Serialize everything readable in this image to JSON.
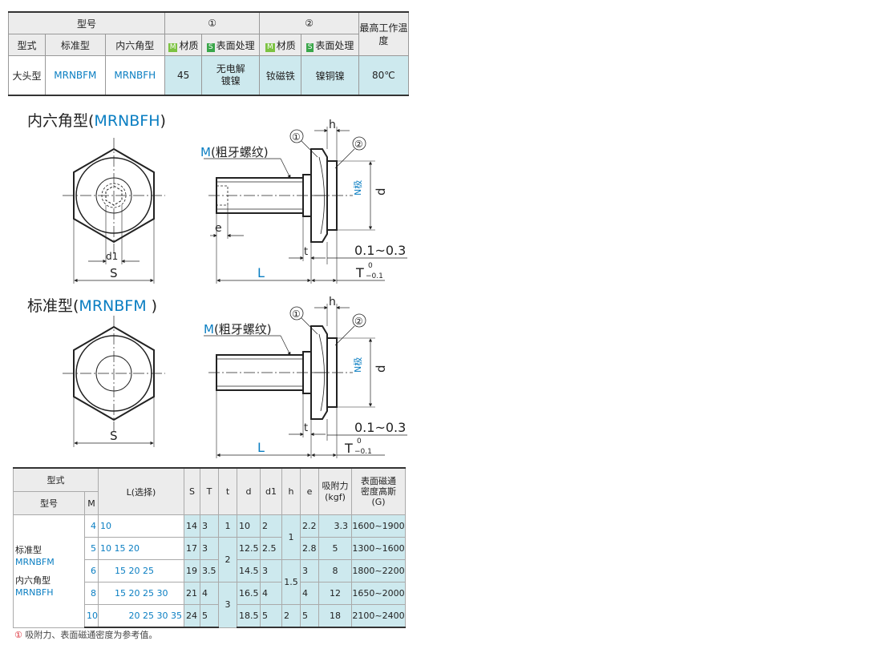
{
  "spec_table": {
    "h_model": "型号",
    "h_part1": "①",
    "h_part2": "②",
    "h_maxtemp": "最高工作温度",
    "h_type": "型式",
    "h_standard": "标准型",
    "h_hex": "内六角型",
    "h_material1_tag": "M",
    "h_material1": "材质",
    "h_surface1_tag": "S",
    "h_surface1": "表面处理",
    "h_material2_tag": "M",
    "h_material2": "材质",
    "h_surface2_tag": "S",
    "h_surface2": "表面处理",
    "row_type": "大头型",
    "row_standard": "MRNBFM",
    "row_hex": "MRNBFH",
    "row_material1": "45",
    "row_surface1": "无电解镀镍",
    "row_material2": "钕磁铁",
    "row_surface2": "镍铜镍",
    "row_temp": "80℃"
  },
  "section_hex": {
    "prefix": "内六角型(",
    "code": "MRNBFH",
    "suffix": ")"
  },
  "section_std": {
    "prefix": "标准型(",
    "code": "MRNBFM",
    "suffix": " )"
  },
  "drawing": {
    "thread_prefix": "M",
    "thread_text": "(粗牙螺纹)",
    "callout1": "①",
    "callout2": "②",
    "label_h": "h",
    "label_n": "N极",
    "label_d": "d",
    "label_e": "e",
    "label_t": "t",
    "label_L": "L",
    "label_gap": "0.1~0.3",
    "label_T": "T",
    "tol_upper": "0",
    "tol_lower": "−0.1",
    "label_d1": "d1",
    "label_S": "S"
  },
  "data_table": {
    "h_type": "型式",
    "h_L": "L(选择)",
    "h_S": "S",
    "h_T": "T",
    "h_t": "t",
    "h_d": "d",
    "h_d1": "d1",
    "h_h": "h",
    "h_e": "e",
    "h_force": "吸附力",
    "h_force_unit": "(kgf)",
    "h_flux": "表面磁通密度高斯",
    "h_flux_unit": "(G)",
    "h_model": "型号",
    "h_M": "M",
    "type_std": "标准型",
    "code_std": "MRNBFM",
    "type_hex": "内六角型",
    "code_hex": "MRNBFH",
    "rows": [
      {
        "M": "4",
        "L": "10",
        "S": "14",
        "T": "3",
        "d": "10",
        "d1": "2",
        "e": "2.2",
        "force": "3.3",
        "flux": "1600~1900"
      },
      {
        "M": "5",
        "L": "10 15 20",
        "S": "17",
        "T": "3",
        "d": "12.5",
        "d1": "2.5",
        "e": "2.8",
        "force": "5",
        "flux": "1300~1600"
      },
      {
        "M": "6",
        "L": "15 20 25",
        "S": "19",
        "T": "3.5",
        "d": "14.5",
        "d1": "3",
        "e": "3",
        "force": "8",
        "flux": "1800~2200"
      },
      {
        "M": "8",
        "L": "15 20 25 30",
        "S": "21",
        "T": "4",
        "d": "16.5",
        "d1": "4",
        "e": "4",
        "force": "12",
        "flux": "1650~2000"
      },
      {
        "M": "10",
        "L": "20 25 30 35",
        "S": "24",
        "T": "5",
        "d": "18.5",
        "d1": "5",
        "e": "5",
        "force": "18",
        "flux": "2100~2400"
      }
    ],
    "t_group1": "2",
    "t_group2": "3",
    "t_first": "1",
    "h_group1": "1",
    "h_group2": "1.5",
    "h_last": "2"
  },
  "note": {
    "icon": "①",
    "text": "吸附力、表面磁通密度为参考值。"
  }
}
